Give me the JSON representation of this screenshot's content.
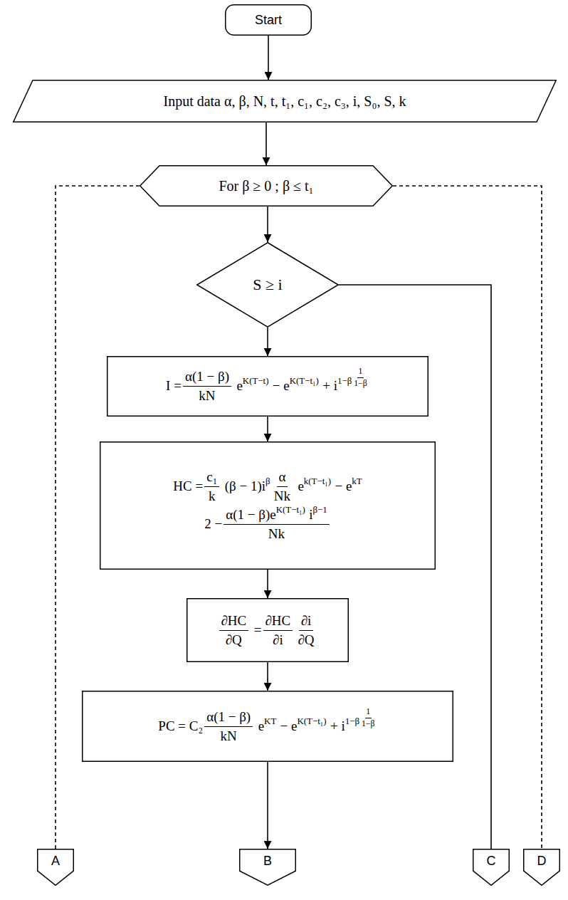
{
  "diagram": {
    "nodes": [
      {
        "text": [
          "Start"
        ]
      },
      {
        "text": [
          "Input data α, β, N, t, t₁, c₁, c₂, c₃, i, S₀, S, k"
        ]
      },
      {
        "text": [
          "For β ≥ 0 ; β ≤ t₁"
        ]
      },
      {
        "text": [
          "S ≥ i"
        ]
      },
      {
        "text": [
          "I =",
          "α(1 − β)",
          "kN",
          "e",
          "K(T−t)",
          "− e",
          "K(T−t₁)",
          "+ i",
          "1−β",
          "1",
          "1−β"
        ]
      },
      {
        "text": [
          "HC =",
          "c₁",
          "k",
          "(β − 1)i",
          "β",
          "α",
          "Nk",
          "e",
          "k(T−t₁)",
          "− e",
          "kT",
          "2 −",
          "α(1 − β)e",
          "K(T−t₁)",
          "i",
          "β−1",
          "Nk"
        ]
      },
      {
        "text": [
          "∂HC",
          "∂Q",
          "=",
          "∂HC",
          "∂i",
          "∂i",
          "∂Q"
        ]
      },
      {
        "text": [
          "PC = C₂",
          "α(1 − β)",
          "kN",
          "e",
          "KT",
          "− e",
          "K(T−t₁)",
          "+ i",
          "1−β",
          "1",
          "1−β"
        ]
      },
      {
        "text": [
          "A"
        ]
      },
      {
        "text": [
          "B"
        ]
      },
      {
        "text": [
          "C"
        ]
      },
      {
        "text": [
          "D"
        ]
      }
    ],
    "edges": [
      {
        "from": 0,
        "to": 1,
        "arrow": "to"
      },
      {
        "from": 1,
        "to": 2,
        "arrow": "to"
      },
      {
        "from": 2,
        "to": 3,
        "arrow": "to"
      },
      {
        "from": 3,
        "to": 4,
        "arrow": "to"
      },
      {
        "from": 4,
        "to": 5,
        "arrow": "to"
      },
      {
        "from": 5,
        "to": 6,
        "arrow": "to"
      },
      {
        "from": 6,
        "to": 7,
        "arrow": "to"
      },
      {
        "from": 7,
        "to": 9,
        "arrow": "to"
      },
      {
        "from": 2,
        "to": 8,
        "arrow": "none"
      },
      {
        "from": 3,
        "to": 10,
        "arrow": "none"
      },
      {
        "from": 2,
        "to": 11,
        "arrow": "none"
      }
    ]
  }
}
